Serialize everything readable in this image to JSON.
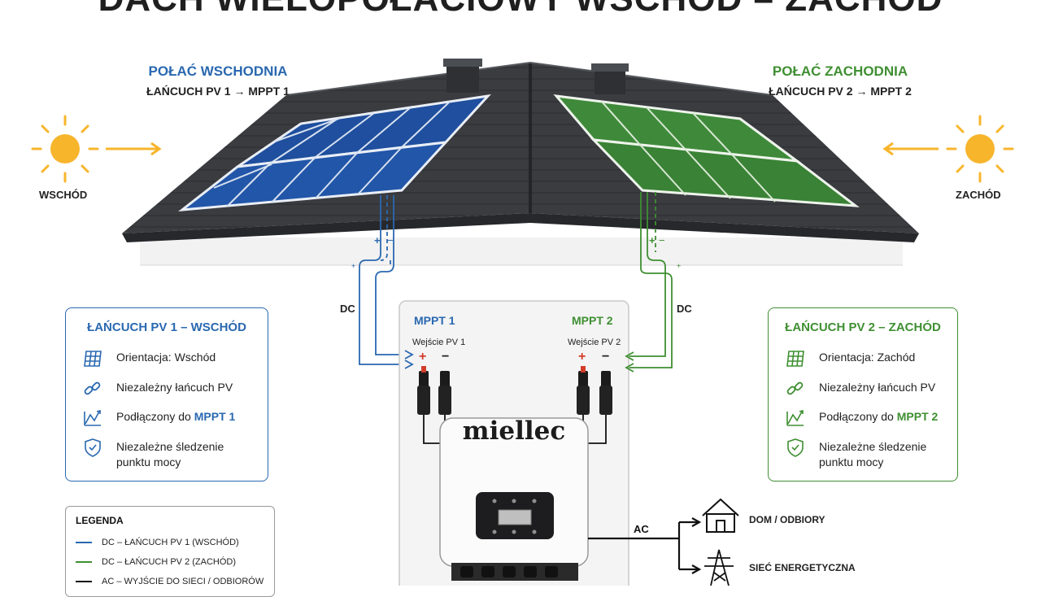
{
  "title": "DACH WIELOPOŁACIOWY WSCHÓD – ZACHÓD",
  "colors": {
    "east": "#2a68b0",
    "west": "#3f8f32",
    "ac": "#111111",
    "roof": "#3a3c40"
  },
  "roof": {
    "east": {
      "title": "POŁAĆ WSCHODNIA",
      "subtitle": "ŁAŃCUCH PV 1 → MPPT 1"
    },
    "west": {
      "title": "POŁAĆ ZACHODNIA",
      "subtitle": "ŁAŃCUCH PV 2 → MPPT 2"
    }
  },
  "sides": {
    "east": "WSCHÓD",
    "west": "ZACHÓD"
  },
  "dc_label": "DC",
  "ac_label": "AC",
  "inverter": {
    "brand": "miellec",
    "mppt1": {
      "label": "MPPT 1",
      "input": "Wejście PV 1"
    },
    "mppt2": {
      "label": "MPPT 2",
      "input": "Wejście PV 2"
    },
    "plus": "+",
    "minus": "−"
  },
  "string_east": {
    "title": "ŁAŃCUCH PV 1 – WSCHÓD",
    "orientation": "Orientacja: Wschód",
    "independent": "Niezależny łańcuch PV",
    "connected_prefix": "Podłączony do",
    "connected_target": "MPPT 1",
    "tracking": "Niezależne śledzenie punktu mocy"
  },
  "string_west": {
    "title": "ŁAŃCUCH PV 2 – ZACHÓD",
    "orientation": "Orientacja: Zachód",
    "independent": "Niezależny łańcuch PV",
    "connected_prefix": "Podłączony do",
    "connected_target": "MPPT 2",
    "tracking": "Niezależne śledzenie punktu mocy"
  },
  "legend": {
    "title": "LEGENDA",
    "items": [
      "DC – ŁAŃCUCH PV 1 (WSCHÓD)",
      "DC – ŁAŃCUCH PV 2 (ZACHÓD)",
      "AC – WYJŚCIE DO SIECI / ODBIORÓW"
    ]
  },
  "outputs": {
    "home": "DOM / ODBIORY",
    "grid": "SIEĆ ENERGETYCZNA"
  }
}
